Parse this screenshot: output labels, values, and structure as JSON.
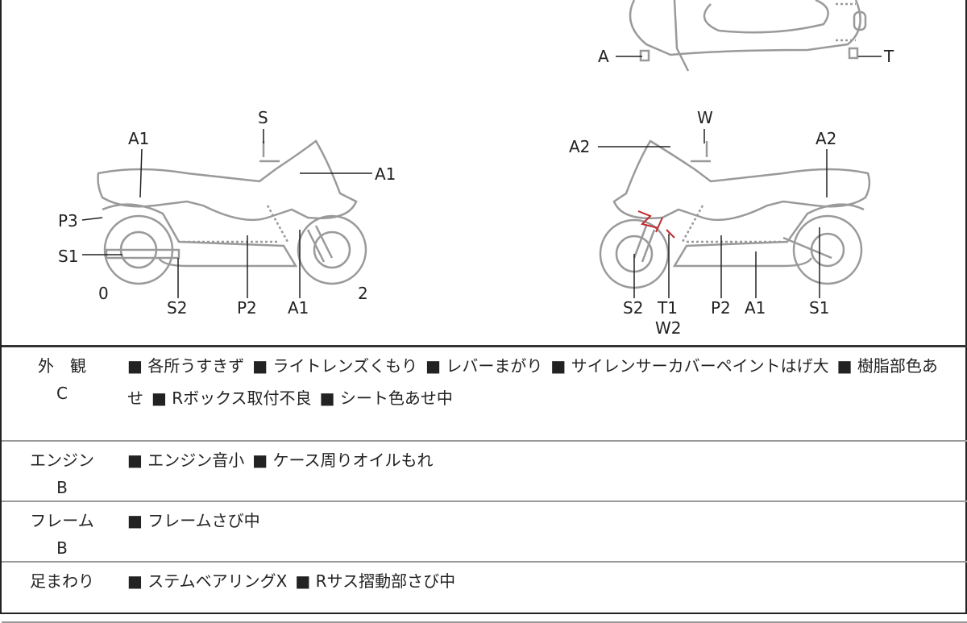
{
  "diagram": {
    "top_view_labels": [
      "A",
      "T"
    ],
    "left_view_labels": {
      "s": "S",
      "a1_top": "A1",
      "a1_front": "A1",
      "p3": "P3",
      "s1": "S1",
      "zero": "0",
      "s2": "S2",
      "p2": "P2",
      "a1_bottom": "A1",
      "two": "2"
    },
    "right_view_labels": {
      "w": "W",
      "a2_front": "A2",
      "a2_rear": "A2",
      "s2": "S2",
      "t1": "T1",
      "w2": "W2",
      "p2": "P2",
      "a1": "A1",
      "s1": "S1"
    },
    "outline_color": "#9a9a9a",
    "damage_color": "#c0282d"
  },
  "rows": [
    {
      "category": "外　観",
      "grade": "C",
      "items": [
        "■ 各所うすきず",
        "■ ライトレンズくもり",
        "■ レバーまがり",
        "■ サイレンサーカバーペイントはげ大",
        "■ 樹脂部色あせ",
        "■ Rボックス取付不良",
        "■ シート色あせ中"
      ]
    },
    {
      "category": "エンジン",
      "grade": "B",
      "items": [
        "■ エンジン音小",
        "■ ケース周りオイルもれ"
      ]
    },
    {
      "category": "フレーム",
      "grade": "B",
      "items": [
        "■ フレームさび中"
      ]
    },
    {
      "category": "足まわり",
      "grade": "",
      "items": [
        "■ ステムベアリングX",
        "■ Rサス摺動部さび中"
      ]
    }
  ]
}
